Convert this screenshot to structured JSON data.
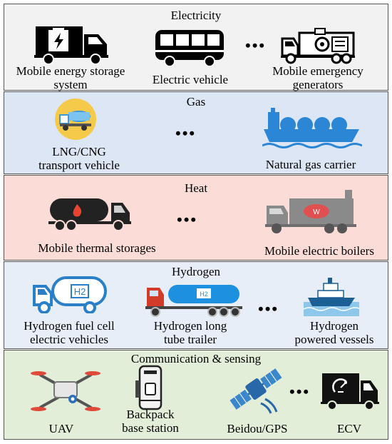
{
  "electricity": {
    "title": "Electricity",
    "items": [
      {
        "label_l1": "Mobile energy storage",
        "label_l2": "system",
        "icon": "energy-storage-truck-icon"
      },
      {
        "label_l1": "Electric vehicle",
        "icon": "electric-bus-icon"
      },
      {
        "label_l1": "Mobile emergency",
        "label_l2": "generators",
        "icon": "generator-truck-icon"
      }
    ],
    "ellipsis": "•••"
  },
  "gas": {
    "title": "Gas",
    "items": [
      {
        "label_l1": "LNG/CNG",
        "label_l2": "transport vehicle",
        "icon": "lng-tanker-icon"
      },
      {
        "label_l1": "Natural gas carrier",
        "icon": "gas-carrier-ship-icon"
      }
    ],
    "ellipsis": "•••"
  },
  "heat": {
    "title": "Heat",
    "items": [
      {
        "label_l1": "Mobile thermal storages",
        "icon": "thermal-storage-truck-icon"
      },
      {
        "label_l1": "Mobile electric boilers",
        "icon": "boiler-truck-icon"
      }
    ],
    "ellipsis": "•••"
  },
  "hydrogen": {
    "title": "Hydrogen",
    "items": [
      {
        "label_l1": "Hydrogen fuel cell",
        "label_l2": "electric vehicles",
        "icon": "h2-fuel-cell-truck-icon",
        "badge": "H2"
      },
      {
        "label_l1": "Hydrogen long",
        "label_l2": "tube trailer",
        "icon": "h2-tube-trailer-icon",
        "badge": "H2"
      },
      {
        "label_l1": "Hydrogen",
        "label_l2": "powered vessels",
        "icon": "h2-vessel-icon"
      }
    ],
    "ellipsis": "•••"
  },
  "communication": {
    "title": "Communication & sensing",
    "items": [
      {
        "label_l1": "UAV",
        "icon": "drone-icon"
      },
      {
        "label_l1": "Backpack",
        "label_l2": "base station",
        "icon": "backpack-base-station-icon"
      },
      {
        "label_l1": "Beidou/GPS",
        "icon": "satellite-icon"
      },
      {
        "label_l1": "ECV",
        "icon": "ecv-truck-icon"
      }
    ],
    "ellipsis": "•••"
  },
  "colors": {
    "electricity_bg": "#f2f2f2",
    "gas_bg": "#dde6f4",
    "heat_bg": "#fbdcd6",
    "hydrogen_bg": "#e8eef8",
    "communication_bg": "#e3eed9",
    "accent_blue": "#3a8fd6",
    "accent_red": "#d63a2a"
  }
}
